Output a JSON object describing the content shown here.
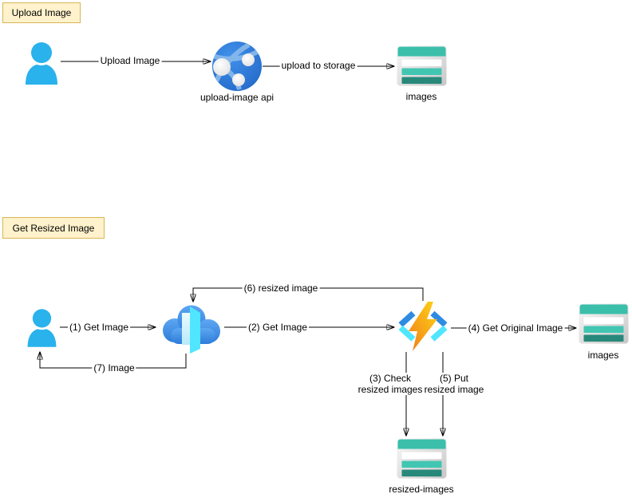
{
  "notes": [
    {
      "label": "Upload Image"
    },
    {
      "label": "Get Resized Image"
    }
  ],
  "nodes": {
    "user_upload": {
      "icon": "user-icon",
      "label": ""
    },
    "upload_api": {
      "icon": "api-app-icon",
      "label": "upload-image api"
    },
    "images_top": {
      "icon": "table-storage-icon",
      "label": "images"
    },
    "user_get": {
      "icon": "user-icon",
      "label": ""
    },
    "front_door": {
      "icon": "front-door-cloud-icon",
      "label": ""
    },
    "resize_function": {
      "icon": "azure-function-icon",
      "label": ""
    },
    "images_right": {
      "icon": "table-storage-icon",
      "label": "images"
    },
    "resized_images": {
      "icon": "table-storage-icon",
      "label": "resized-images"
    }
  },
  "edges": {
    "upload_image": {
      "label": "Upload Image"
    },
    "upload_to_storage": {
      "label": "upload to storage"
    },
    "e1": {
      "label": "(1) Get Image"
    },
    "e2": {
      "label": "(2) Get Image"
    },
    "e3": {
      "line1": "(3) Check",
      "line2": "resized images"
    },
    "e4": {
      "label": "(4) Get Original Image"
    },
    "e5": {
      "line1": "(5) Put",
      "line2": "resized image"
    },
    "e6": {
      "label": "(6) resized image"
    },
    "e7": {
      "label": "(7) Image"
    }
  },
  "colors": {
    "note_fill": "#FFF2CC",
    "note_border": "#D6B656",
    "user_blue": "#29B2EC",
    "api_sphere_blue": "#2E7CD9",
    "cloud_blue_top": "#5EA7F2",
    "cloud_blue_bottom": "#2C7CD9",
    "door_cyan": "#50E6FF",
    "function_bolt_top": "#FFD316",
    "function_bolt_bottom": "#F07E1A",
    "bracket_blue": "#2E8BE2",
    "bracket_cyan": "#50E6FF",
    "table_teal_header": "#3BBFAB",
    "table_teal_row": "#41C6B2",
    "table_teal_dark": "#28897B",
    "edge_black": "#000000"
  }
}
